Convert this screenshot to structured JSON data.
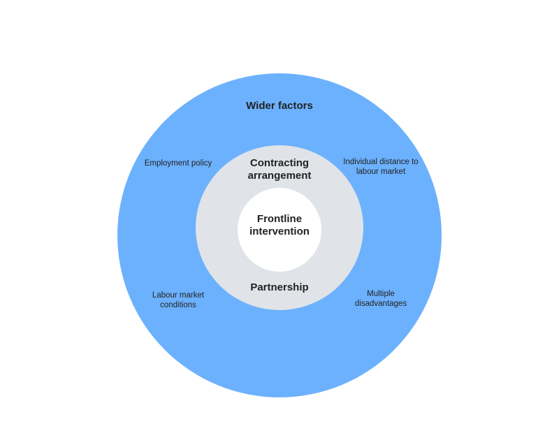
{
  "diagram": {
    "colors": {
      "outer_ring": "#6cb1fd",
      "middle_ring": "#e0e3e7",
      "inner_circle": "#ffffff",
      "text": "#222222"
    },
    "outer": {
      "title": "Wider factors",
      "factors": {
        "employment_policy": "Employment policy",
        "individual_distance": "Individual distance to\nlabour market",
        "labour_market_conditions": "Labour market\nconditions",
        "multiple_disadvantages": "Multiple\ndisadvantages"
      }
    },
    "middle": {
      "top_label": "Contracting\narrangement",
      "bottom_label": "Partnership"
    },
    "inner": {
      "label": "Frontline\nintervention"
    }
  }
}
